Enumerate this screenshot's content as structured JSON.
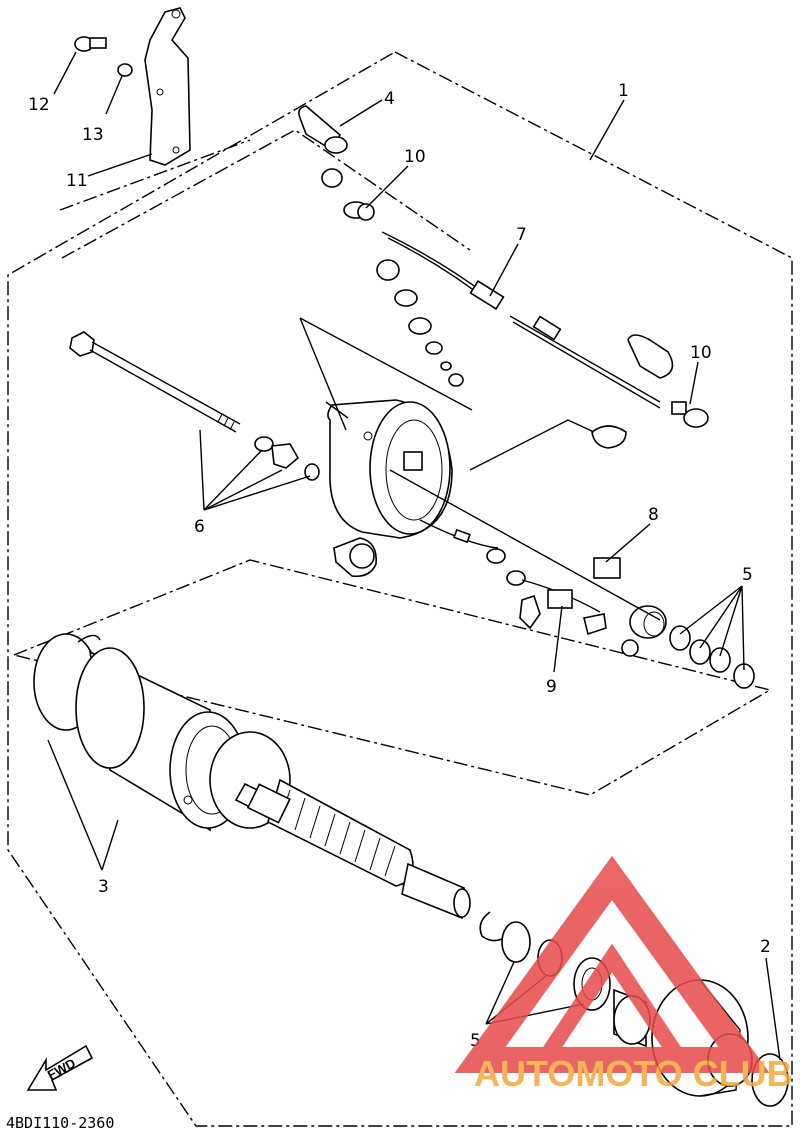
{
  "diagram": {
    "reference_code": "4BDI110-2360",
    "direction_label": "FWD",
    "watermark_text": "AUTOMOTO CLUB",
    "colors": {
      "line": "#000000",
      "watermark_triangle": "#e84a4a",
      "watermark_text": "#f3a73a"
    },
    "callouts": {
      "c1": "1",
      "c2": "2",
      "c3": "3",
      "c4": "4",
      "c5a": "5",
      "c5b": "5",
      "c6": "6",
      "c7": "7",
      "c8": "8",
      "c9": "9",
      "c10a": "10",
      "c10b": "10",
      "c11": "11",
      "c12": "12",
      "c13": "13"
    }
  }
}
